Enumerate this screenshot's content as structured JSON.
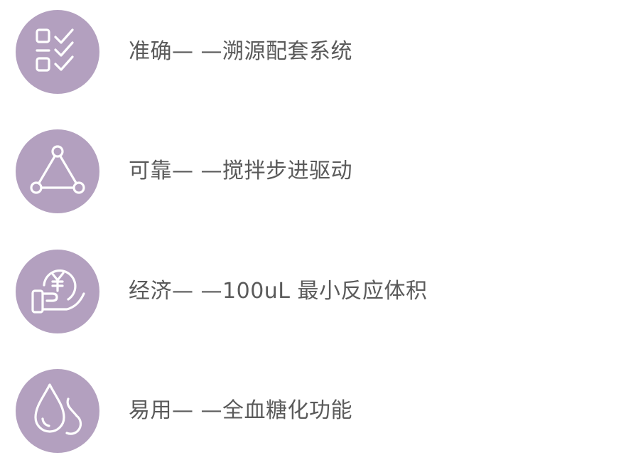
{
  "colors": {
    "icon_background": "#b3a0bf",
    "icon_stroke": "#ffffff",
    "text": "#5a5a5a"
  },
  "features": [
    {
      "icon": "checklist-icon",
      "text": "准确— —溯源配套系统"
    },
    {
      "icon": "triangle-nodes-icon",
      "text": "可靠— —搅拌步进驱动"
    },
    {
      "icon": "hand-coin-yen-icon",
      "text": "经济— —100uL 最小反应体积"
    },
    {
      "icon": "water-drops-icon",
      "text": "易用— —全血糖化功能"
    }
  ]
}
